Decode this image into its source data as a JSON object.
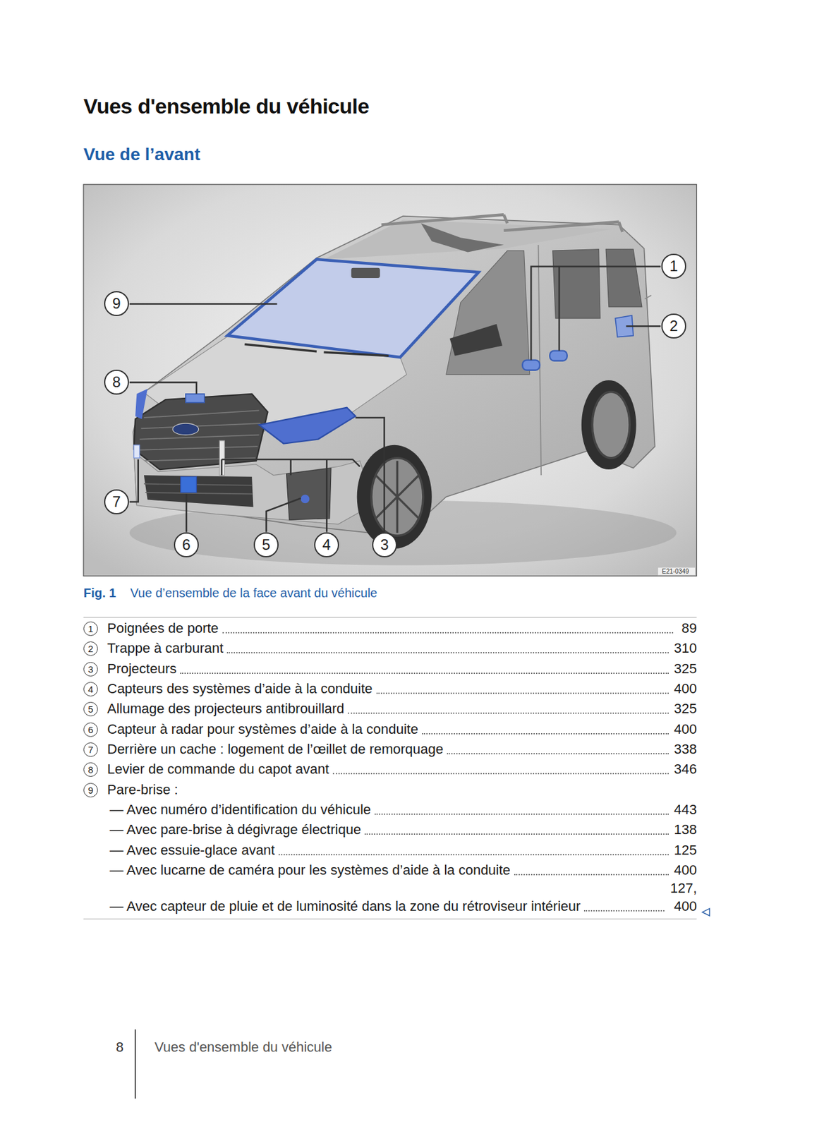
{
  "diagram": {
    "title": "Vues d'ensemble du véhicule",
    "caption": "Vue d’ensemble de la face avant du véhicule",
    "labels": [
      "Vue de l’avant",
      "1",
      "2",
      "3",
      "4",
      "5",
      "6",
      "7",
      "8",
      "9",
      "E21-0349",
      "Fig. 1",
      "1",
      "Poignées de porte",
      "89",
      "2",
      "Trappe à carburant",
      "310",
      "3",
      "Projecteurs",
      "325",
      "4",
      "Capteurs des systèmes d’aide à la conduite",
      "400",
      "5",
      "Allumage des projecteurs antibrouillard",
      "325",
      "6",
      "Capteur à radar pour systèmes d’aide à la conduite",
      "400",
      "7",
      "Derrière un cache : logement de l’œillet de remorquage",
      "338",
      "8",
      "Levier de commande du capot avant",
      "346",
      "9",
      "Pare-brise :",
      "— Avec numéro d’identification du véhicule",
      "443",
      "— Avec pare-brise à dégivrage électrique",
      "138",
      "— Avec essuie-glace avant",
      "125",
      "— Avec lucarne de caméra pour les systèmes d’aide à la conduite",
      "400",
      "— Avec capteur de pluie et de luminosité dans la zone du rétroviseur intérieur",
      "127, 400",
      "8",
      "Vues d'ensemble du véhicule"
    ]
  }
}
